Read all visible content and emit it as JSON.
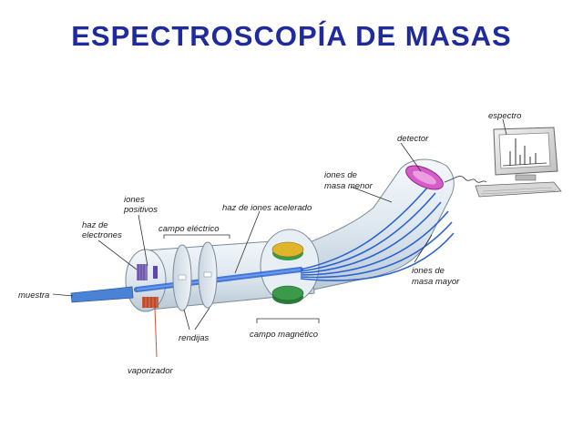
{
  "title": "ESPECTROSCOPÍA  DE  MASAS",
  "labels": {
    "espectro": "espectro",
    "detector": "detector",
    "iones_masa_menor_1": "iones de",
    "iones_masa_menor_2": "masa menor",
    "iones_positivos_1": "iones",
    "iones_positivos_2": "positivos",
    "haz_electrones_1": "haz de",
    "haz_electrones_2": "electrones",
    "campo_electrico": "campo eléctrico",
    "haz_iones": "haz de iones acelerado",
    "muestra": "muestra",
    "rendijas": "rendijas",
    "campo_magnetico": "campo magnético",
    "iones_masa_mayor_1": "iones de",
    "iones_masa_mayor_2": "masa mayor",
    "vaporizador": "vaporizador"
  },
  "colors": {
    "title": "#1f2a9c",
    "beam": "#2b63d4",
    "tube": "#dfe8f0",
    "magnet": "#3a9a4a",
    "magnet_top": "#e0b52a",
    "detector": "#d65cc8",
    "heater": "#d0522c",
    "grid": "#7a5fb8"
  },
  "icons": [
    "computer-monitor-icon",
    "keyboard-icon"
  ]
}
